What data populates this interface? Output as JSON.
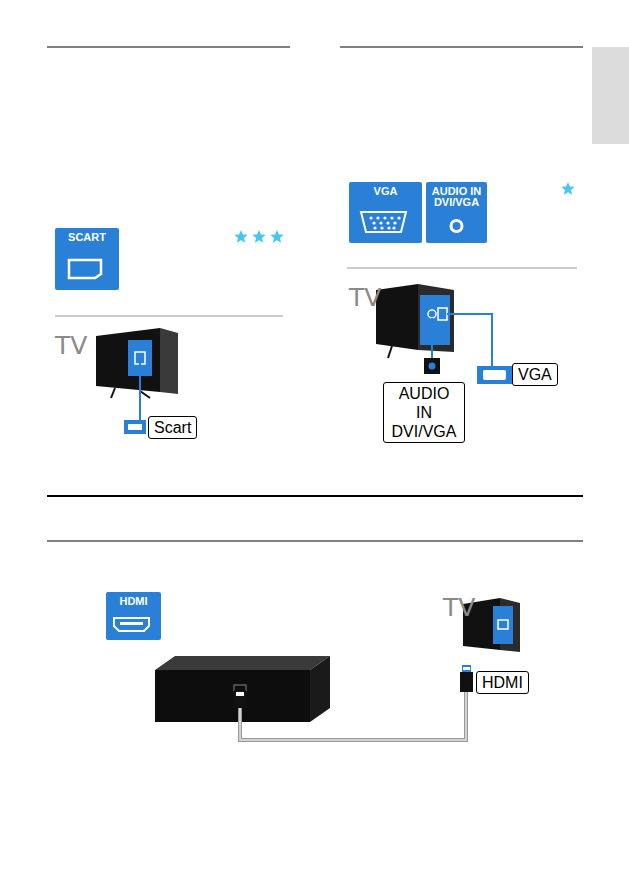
{
  "diagram": {
    "nodes": [
      {
        "text": [
          "SCART"
        ]
      },
      {
        "text": [
          "Scart"
        ]
      },
      {
        "text": [
          "VGA"
        ]
      },
      {
        "text": [
          "AUDIO IN DVI/VGA"
        ]
      },
      {
        "text": [
          "AUDIO IN DVI/VGA"
        ]
      },
      {
        "text": [
          "VGA"
        ]
      },
      {
        "text": [
          "HDMI"
        ]
      },
      {
        "text": [
          "HDMI"
        ]
      }
    ],
    "labels": [
      "TV",
      "TV",
      "TV"
    ]
  }
}
